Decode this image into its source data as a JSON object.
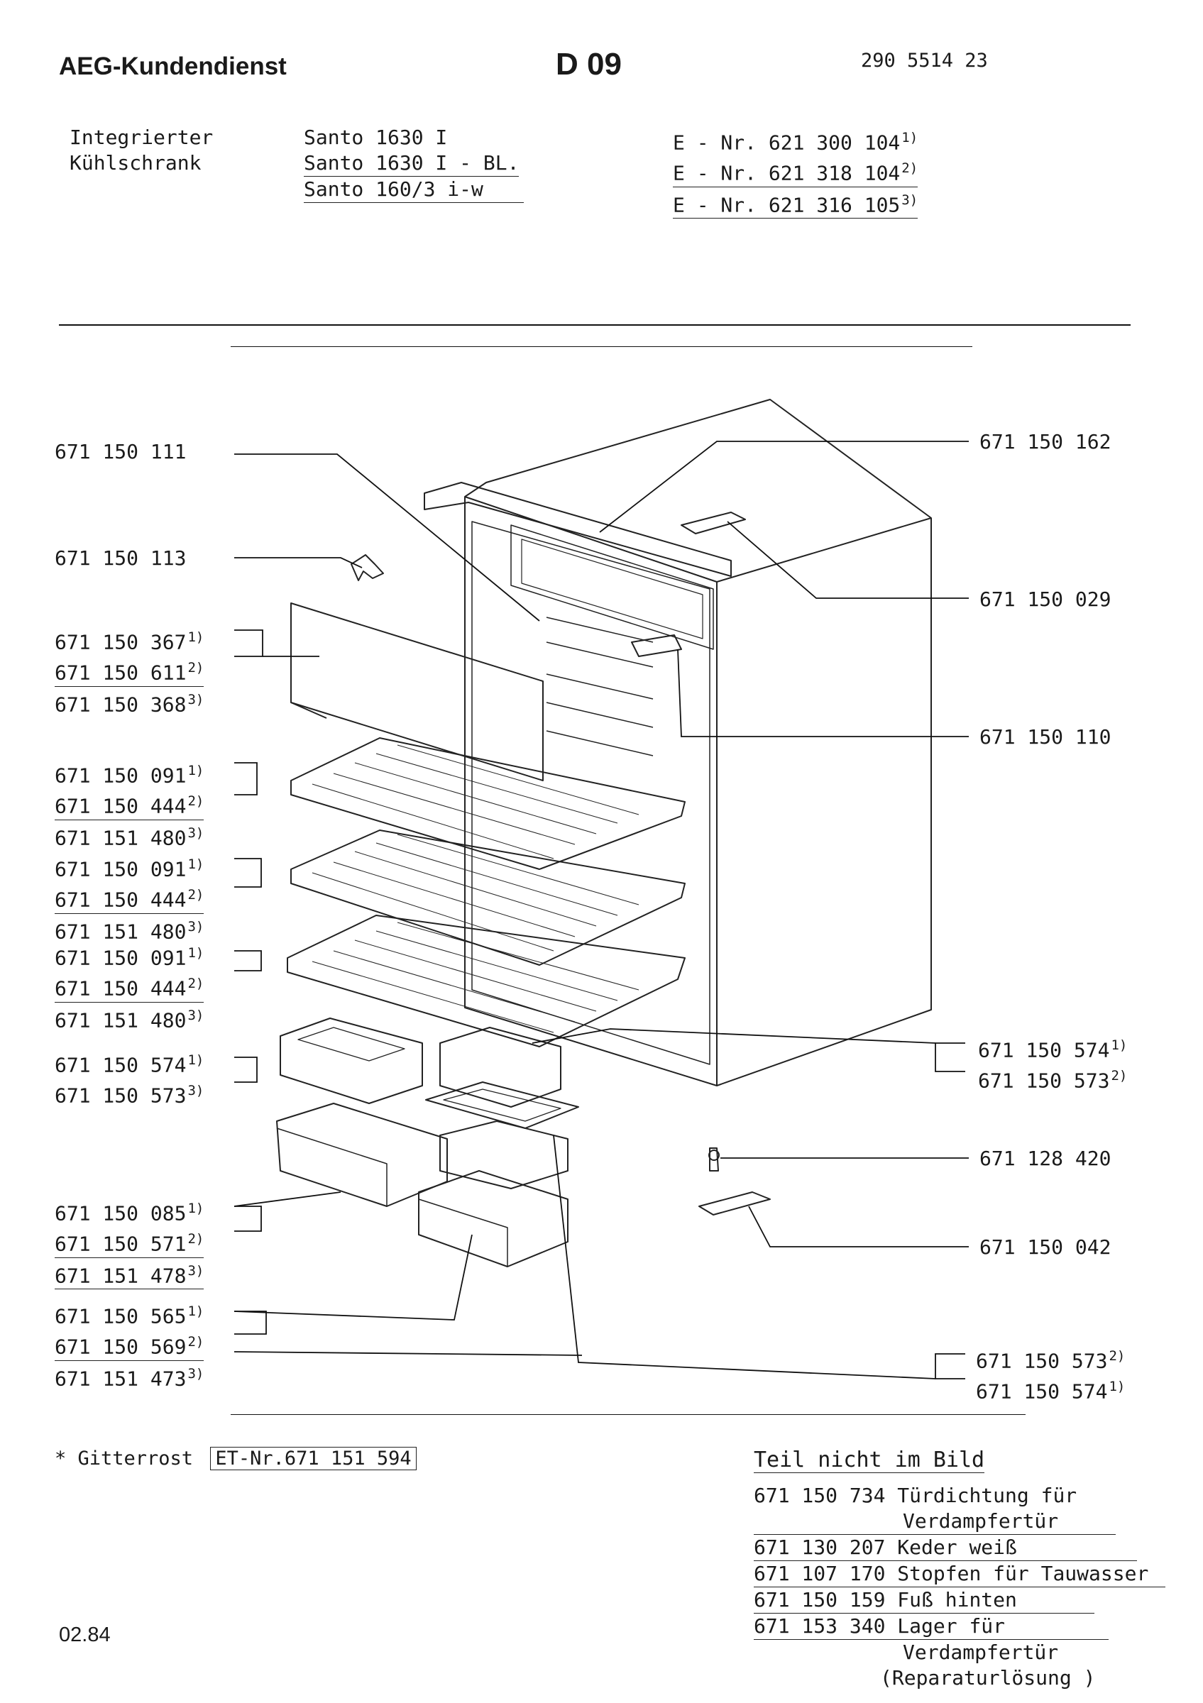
{
  "header": {
    "brand": "AEG-Kundendienst",
    "code": "D 09",
    "doc_number": "290 5514 23",
    "product_type_line1": "Integrierter",
    "product_type_line2": "Kühlschrank",
    "models": [
      {
        "name": "Santo 1630 I",
        "e_nr": "E - Nr. 621 300 104",
        "ref": "1)"
      },
      {
        "name": "Santo 1630 I - BL.",
        "e_nr": "E - Nr. 621 318 104",
        "ref": "2)"
      },
      {
        "name": "Santo 160/3 i-w",
        "e_nr": "E - Nr. 621 316 105",
        "ref": "3)"
      }
    ]
  },
  "left_labels": [
    {
      "items": [
        {
          "pn": "671 150 111",
          "ref": ""
        }
      ]
    },
    {
      "items": [
        {
          "pn": "671 150 113",
          "ref": ""
        }
      ]
    },
    {
      "items": [
        {
          "pn": "671 150 367",
          "ref": "1)"
        },
        {
          "pn": "671 150 611",
          "ref": "2)"
        },
        {
          "pn": "671 150 368",
          "ref": "3)"
        }
      ]
    },
    {
      "items": [
        {
          "pn": "671 150 091",
          "ref": "1)"
        },
        {
          "pn": "671 150 444",
          "ref": "2)"
        },
        {
          "pn": "671 151 480",
          "ref": "3)"
        }
      ]
    },
    {
      "items": [
        {
          "pn": "671 150 091",
          "ref": "1)"
        },
        {
          "pn": "671 150 444",
          "ref": "2)"
        },
        {
          "pn": "671 151 480",
          "ref": "3)"
        }
      ]
    },
    {
      "items": [
        {
          "pn": "671 150 091",
          "ref": "1)"
        },
        {
          "pn": "671 150 444",
          "ref": "2)"
        },
        {
          "pn": "671 151 480",
          "ref": "3)"
        }
      ]
    },
    {
      "items": [
        {
          "pn": "671 150 574",
          "ref": "1)"
        },
        {
          "pn": "671 150 573",
          "ref": "3)"
        }
      ]
    },
    {
      "items": [
        {
          "pn": "671 150 085",
          "ref": "1)"
        },
        {
          "pn": "671 150 571",
          "ref": "2)"
        },
        {
          "pn": "671 151 478",
          "ref": "3)"
        }
      ]
    },
    {
      "items": [
        {
          "pn": "671 150 565",
          "ref": "1)"
        },
        {
          "pn": "671 150 569",
          "ref": "2)"
        },
        {
          "pn": "671 151 473",
          "ref": "3)"
        }
      ]
    }
  ],
  "right_labels": [
    {
      "items": [
        {
          "pn": "671 150 162",
          "ref": ""
        }
      ]
    },
    {
      "items": [
        {
          "pn": "671 150 029",
          "ref": ""
        }
      ]
    },
    {
      "items": [
        {
          "pn": "671 150 110",
          "ref": ""
        }
      ]
    },
    {
      "items": [
        {
          "pn": "671 150 574",
          "ref": "1)"
        },
        {
          "pn": "671 150 573",
          "ref": "2)"
        }
      ]
    },
    {
      "items": [
        {
          "pn": "671 128 420",
          "ref": ""
        }
      ]
    },
    {
      "items": [
        {
          "pn": "671 150 042",
          "ref": ""
        }
      ]
    },
    {
      "items": [
        {
          "pn": "671 150 573",
          "ref": "2)"
        },
        {
          "pn": "671 150 574",
          "ref": "1)"
        }
      ]
    }
  ],
  "footer": {
    "gitterrost_label": "* Gitterrost",
    "gitterrost_et": "ET-Nr.671 151 594",
    "not_shown_title": "Teil nicht im Bild",
    "not_shown_items": [
      {
        "pn": "671 150 734",
        "desc": "Türdichtung für",
        "desc2": "Verdampfertür"
      },
      {
        "pn": "671 130 207",
        "desc": "Keder weiß",
        "desc2": ""
      },
      {
        "pn": "671 107 170",
        "desc": "Stopfen für Tauwasser",
        "desc2": ""
      },
      {
        "pn": "671 150 159",
        "desc": "Fuß hinten",
        "desc2": ""
      },
      {
        "pn": "671 153 340",
        "desc": "Lager für",
        "desc2": "Verdampfertür"
      }
    ],
    "reparatur_note": "(Reparaturlösung )",
    "date": "02.84"
  }
}
